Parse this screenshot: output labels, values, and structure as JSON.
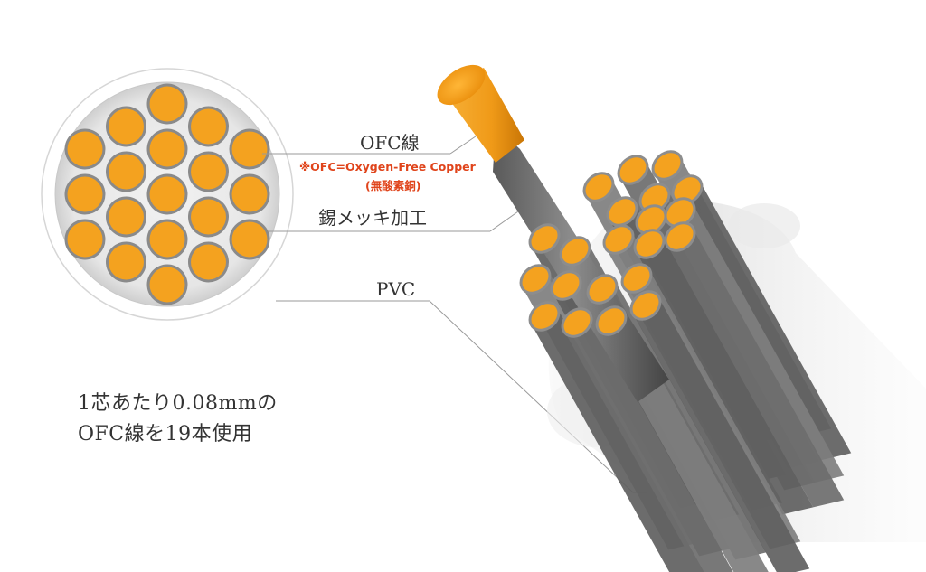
{
  "labels": {
    "ofc": "OFC線",
    "ofc_note": "※OFC=Oxygen-Free Copper",
    "ofc_note_ja": "(無酸素銅)",
    "tin": "錫メッキ加工",
    "pvc": "PVC"
  },
  "description": {
    "line1": "1芯あたり0.08mmの",
    "line2": "OFC線を19本使用"
  },
  "colors": {
    "copper": "#f4a21f",
    "copper_dark": "#e08a0f",
    "strand_ring": "#8a8a8a",
    "jacket": "#d9d9d9",
    "note": "#e0441b"
  }
}
